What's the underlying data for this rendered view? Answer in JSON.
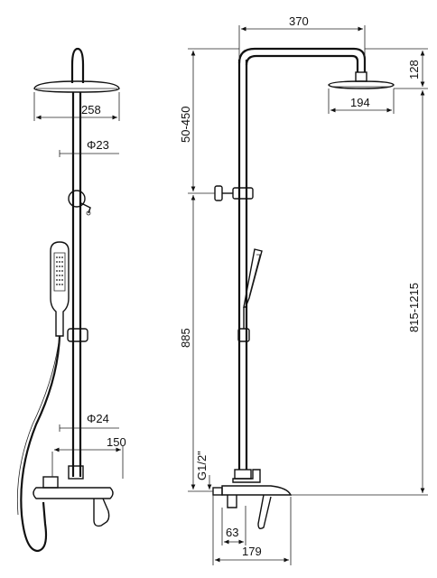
{
  "drawing": {
    "left_view": {
      "head_width": "258",
      "riser_diameter": "Φ23",
      "lower_diameter": "Φ24",
      "outlet_spacing": "150"
    },
    "right_view": {
      "arm_reach": "370",
      "head_height": "128",
      "head_diameter": "194",
      "height_adjust": "50-450",
      "total_height": "815-1215",
      "rail_height": "885",
      "thread": "G1/2\"",
      "spout_offset": "63",
      "projection": "179"
    }
  }
}
